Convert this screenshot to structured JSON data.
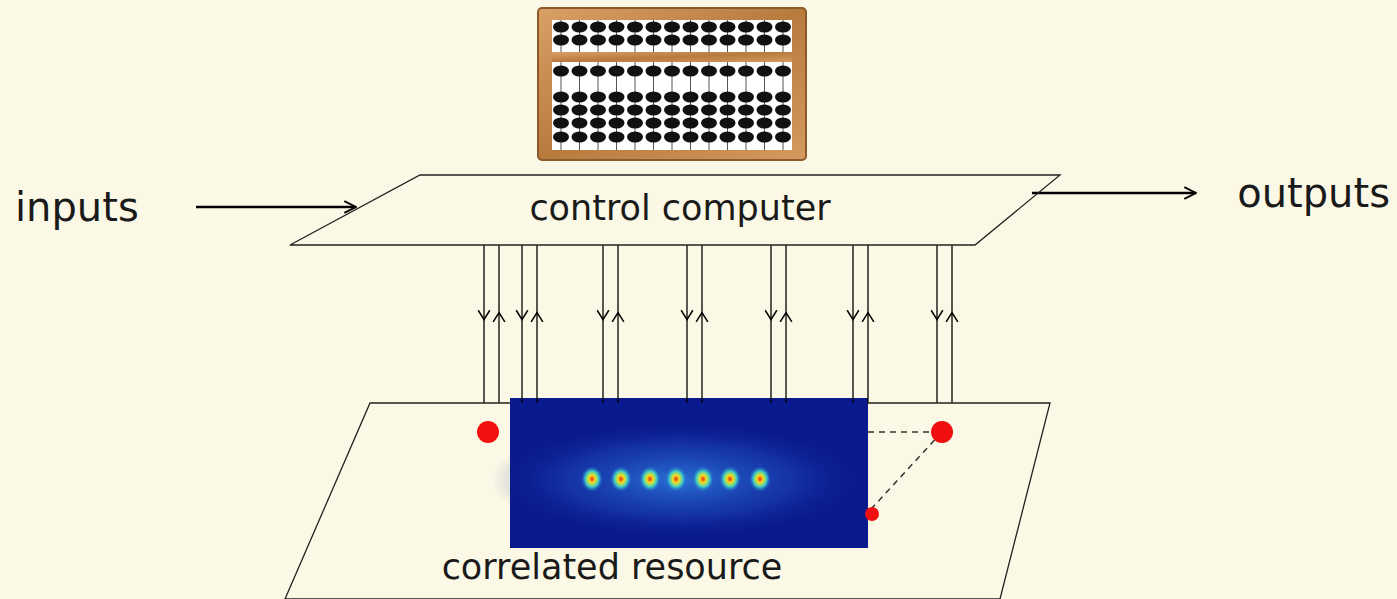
{
  "diagram": {
    "nodes": [
      {
        "text": [
          "control computer"
        ]
      },
      {
        "text": [
          "correlated resource"
        ]
      }
    ],
    "edges": [
      {
        "from": 0,
        "to": 1,
        "arrow": "to"
      },
      {
        "from": 1,
        "to": 0,
        "arrow": "to"
      },
      {
        "from": 0,
        "to": 1,
        "arrow": "to"
      },
      {
        "from": 1,
        "to": 0,
        "arrow": "to"
      },
      {
        "from": 0,
        "to": 1,
        "arrow": "to"
      },
      {
        "from": 1,
        "to": 0,
        "arrow": "to"
      },
      {
        "from": 0,
        "to": 1,
        "arrow": "to"
      },
      {
        "from": 1,
        "to": 0,
        "arrow": "to"
      },
      {
        "from": 0,
        "to": 1,
        "arrow": "to"
      },
      {
        "from": 1,
        "to": 0,
        "arrow": "to"
      },
      {
        "from": 0,
        "to": 1,
        "arrow": "to"
      },
      {
        "from": 1,
        "to": 0,
        "arrow": "to"
      },
      {
        "from": 0,
        "to": 1,
        "arrow": "to"
      },
      {
        "from": 1,
        "to": 0,
        "arrow": "to"
      }
    ],
    "labels": [
      "inputs",
      "outputs"
    ]
  }
}
